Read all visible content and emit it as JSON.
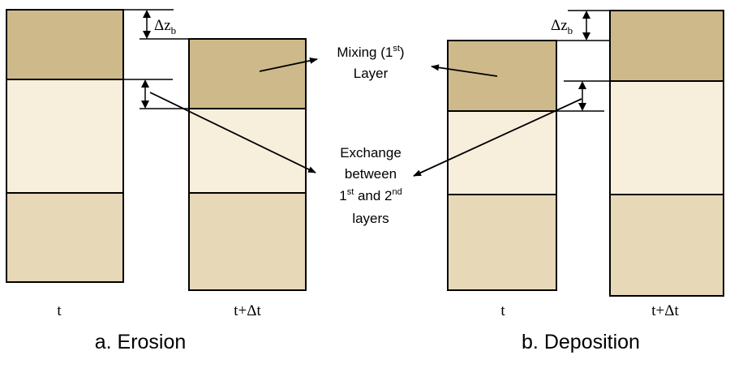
{
  "diagram": {
    "panels": [
      {
        "caption": "a. Erosion",
        "time_before": "t",
        "time_after": "t+Δt"
      },
      {
        "caption": "b. Deposition",
        "time_before": "t",
        "time_after": "t+Δt"
      }
    ],
    "dz_symbol": "Δz",
    "dz_subscript": "b",
    "mixing_label": {
      "line1_prefix": "Mixing (1",
      "line1_sup": "st",
      "line1_suffix": ")",
      "line2": "Layer"
    },
    "exchange_label": {
      "line1": "Exchange",
      "line2": "between",
      "line3_a": "1",
      "line3_sup_a": "st",
      "line3_mid": " and 2",
      "line3_sup_b": "nd",
      "line4": "layers"
    },
    "colors": {
      "mixing_layer": "#CDB98A",
      "exchange_layer": "#F8EEDC",
      "substrate_layer": "#E7D8B8",
      "outline": "#000000"
    }
  }
}
